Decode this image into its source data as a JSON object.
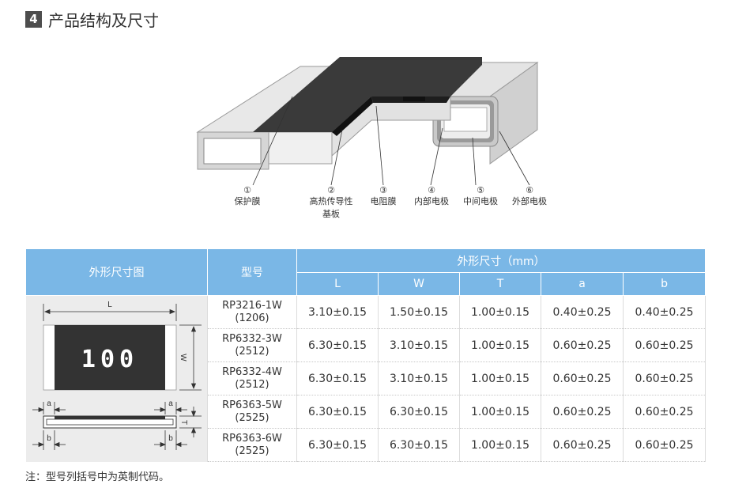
{
  "section": {
    "number": "4",
    "title": "产品结构及尺寸"
  },
  "structure_labels": [
    {
      "num": "①",
      "text": "保护膜"
    },
    {
      "num": "②",
      "text": "高热传导性",
      "text2": "基板"
    },
    {
      "num": "③",
      "text": "电阻膜"
    },
    {
      "num": "④",
      "text": "内部电极"
    },
    {
      "num": "⑤",
      "text": "中间电极"
    },
    {
      "num": "⑥",
      "text": "外部电极"
    }
  ],
  "table": {
    "header": {
      "diagram": "外形尺寸图",
      "model": "型号",
      "dims_group": "外形尺寸（mm）",
      "cols": [
        "L",
        "W",
        "T",
        "a",
        "b"
      ]
    },
    "rows": [
      {
        "model": "RP3216-1W",
        "size": "(1206)",
        "L": "3.10±0.15",
        "W": "1.50±0.15",
        "T": "1.00±0.15",
        "a": "0.40±0.25",
        "b": "0.40±0.25"
      },
      {
        "model": "RP6332-3W",
        "size": "(2512)",
        "L": "6.30±0.15",
        "W": "3.10±0.15",
        "T": "1.00±0.15",
        "a": "0.60±0.25",
        "b": "0.60±0.25"
      },
      {
        "model": "RP6332-4W",
        "size": "(2512)",
        "L": "6.30±0.15",
        "W": "3.10±0.15",
        "T": "1.00±0.15",
        "a": "0.60±0.25",
        "b": "0.60±0.25"
      },
      {
        "model": "RP6363-5W",
        "size": "(2525)",
        "L": "6.30±0.15",
        "W": "6.30±0.15",
        "T": "1.00±0.15",
        "a": "0.60±0.25",
        "b": "0.60±0.25"
      },
      {
        "model": "RP6363-6W",
        "size": "(2525)",
        "L": "6.30±0.15",
        "W": "6.30±0.15",
        "T": "1.00±0.15",
        "a": "0.60±0.25",
        "b": "0.60±0.25"
      }
    ]
  },
  "diagram": {
    "marking": "100",
    "dim_L": "L",
    "dim_W": "W",
    "dim_T": "T",
    "dim_a": "a",
    "dim_b": "b"
  },
  "note": "注：型号列括号中为英制代码。"
}
